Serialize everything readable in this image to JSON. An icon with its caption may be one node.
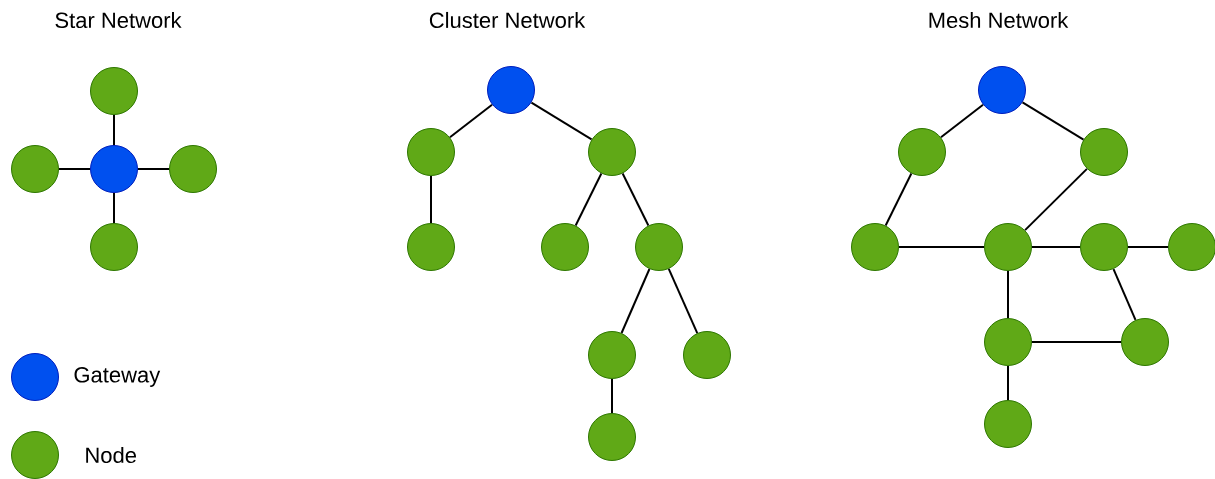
{
  "diagram": {
    "nodes": [
      {
        "text": [],
        "shape": "circle"
      },
      {
        "text": [],
        "shape": "circle"
      },
      {
        "text": [],
        "shape": "circle"
      },
      {
        "text": [],
        "shape": "circle"
      },
      {
        "text": [],
        "shape": "circle"
      },
      {
        "text": [],
        "shape": "circle"
      },
      {
        "text": [],
        "shape": "circle"
      },
      {
        "text": [],
        "shape": "circle"
      },
      {
        "text": [],
        "shape": "circle"
      },
      {
        "text": [],
        "shape": "circle"
      },
      {
        "text": [],
        "shape": "circle"
      },
      {
        "text": [],
        "shape": "circle"
      },
      {
        "text": [],
        "shape": "circle"
      },
      {
        "text": [],
        "shape": "circle"
      },
      {
        "text": [],
        "shape": "circle"
      },
      {
        "text": [],
        "shape": "circle"
      },
      {
        "text": [],
        "shape": "circle"
      },
      {
        "text": [],
        "shape": "circle"
      },
      {
        "text": [],
        "shape": "circle"
      },
      {
        "text": [],
        "shape": "circle"
      },
      {
        "text": [],
        "shape": "circle"
      },
      {
        "text": [],
        "shape": "circle"
      },
      {
        "text": [],
        "shape": "circle"
      },
      {
        "text": [],
        "shape": "circle"
      }
    ],
    "edges": [
      {
        "from": 1,
        "to": 0,
        "arrow": "none"
      },
      {
        "from": 2,
        "to": 0,
        "arrow": "none"
      },
      {
        "from": 0,
        "to": 3,
        "arrow": "none"
      },
      {
        "from": 0,
        "to": 4,
        "arrow": "none"
      },
      {
        "from": 5,
        "to": 6,
        "arrow": "none"
      },
      {
        "from": 5,
        "to": 7,
        "arrow": "none"
      },
      {
        "from": 6,
        "to": 8,
        "arrow": "none"
      },
      {
        "from": 7,
        "to": 9,
        "arrow": "none"
      },
      {
        "from": 7,
        "to": 10,
        "arrow": "none"
      },
      {
        "from": 10,
        "to": 11,
        "arrow": "none"
      },
      {
        "from": 10,
        "to": 12,
        "arrow": "none"
      },
      {
        "from": 11,
        "to": 13,
        "arrow": "none"
      },
      {
        "from": 14,
        "to": 15,
        "arrow": "none"
      },
      {
        "from": 14,
        "to": 16,
        "arrow": "none"
      },
      {
        "from": 15,
        "to": 17,
        "arrow": "none"
      },
      {
        "from": 16,
        "to": 18,
        "arrow": "none"
      },
      {
        "from": 17,
        "to": 18,
        "arrow": "none"
      },
      {
        "from": 18,
        "to": 19,
        "arrow": "none"
      },
      {
        "from": 19,
        "to": 20,
        "arrow": "none"
      },
      {
        "from": 19,
        "to": 22,
        "arrow": "none"
      },
      {
        "from": 18,
        "to": 21,
        "arrow": "none"
      },
      {
        "from": 21,
        "to": 22,
        "arrow": "none"
      },
      {
        "from": 21,
        "to": 23,
        "arrow": "none"
      }
    ],
    "labels": [
      "Star Network",
      "Cluster Network",
      "Mesh Network"
    ],
    "legend": [
      {
        "text": "Gateway",
        "color": "#0050ef"
      },
      {
        "text": "Node",
        "color": "#60a917"
      }
    ]
  }
}
